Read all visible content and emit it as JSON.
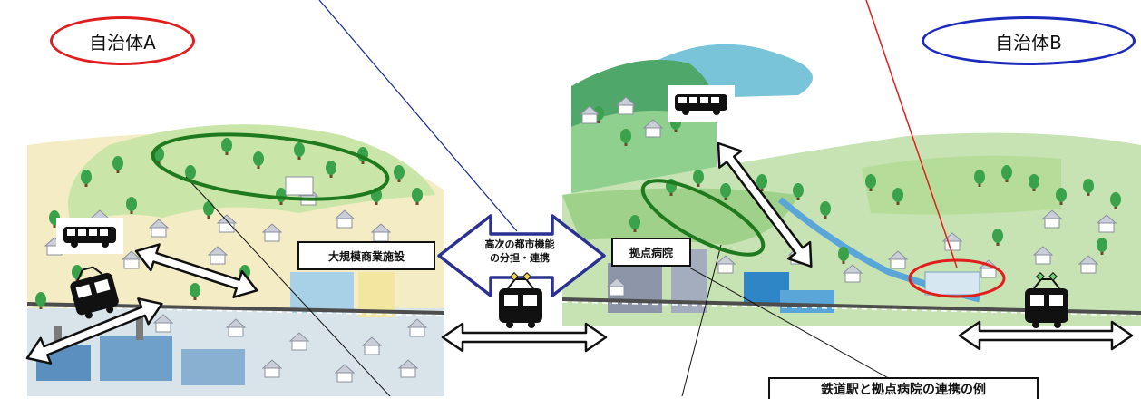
{
  "municipalities": {
    "a": {
      "label": "自治体A",
      "border_color": "#e01e1e"
    },
    "b": {
      "label": "自治体B",
      "border_color": "#1c2bbd"
    }
  },
  "facilities": {
    "mall": "大規模商業施設",
    "hospital": "拠点病院"
  },
  "center_arrow": {
    "line1": "高次の都市機能",
    "line2": "の分担・連携"
  },
  "caption": "鉄道駅と拠点病院の連携の例",
  "icons": [
    "bus-icon",
    "train-icon"
  ],
  "colors": {
    "highlight_green": "#1f7a1f",
    "arrow_blue": "#2a3190",
    "leader_blue": "#1c2b8a",
    "leader_red": "#e01e1e"
  }
}
